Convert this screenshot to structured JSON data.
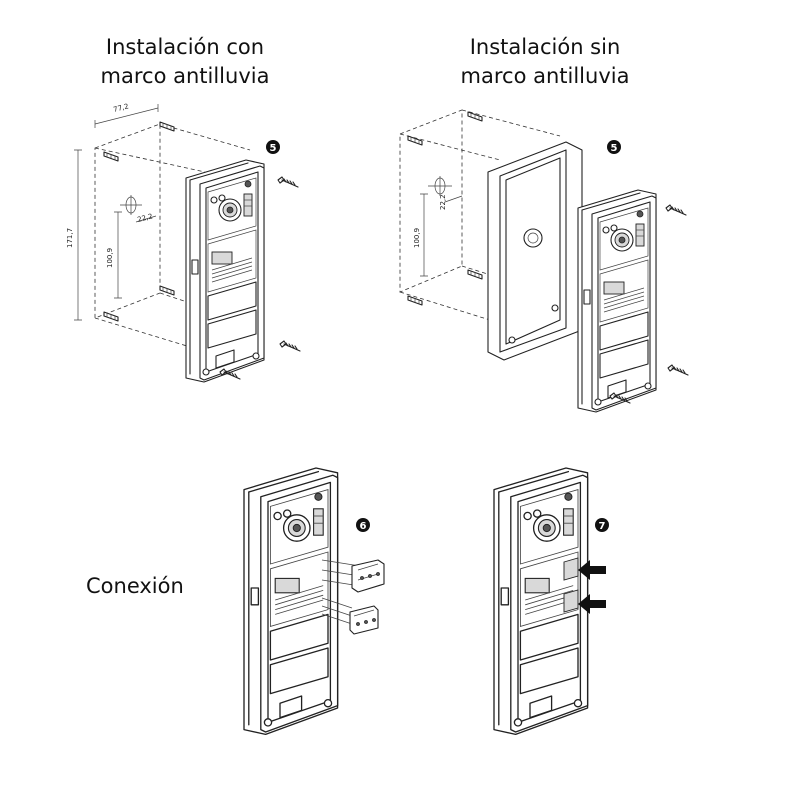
{
  "titles": {
    "with_frame_line1": "Instalación con",
    "with_frame_line2": "marco antilluvia",
    "without_frame_line1": "Instalación sin",
    "without_frame_line2": "marco antilluvia",
    "connection": "Conexión"
  },
  "steps": {
    "a": "5",
    "b": "5",
    "c": "6",
    "d": "7"
  },
  "dimensions": {
    "left_width": "77,2",
    "left_height": "171,7",
    "left_hole_offset": "22,2",
    "left_hole_spacing": "100,9",
    "right_hole_offset": "22,2",
    "right_hole_spacing": "100,9"
  }
}
